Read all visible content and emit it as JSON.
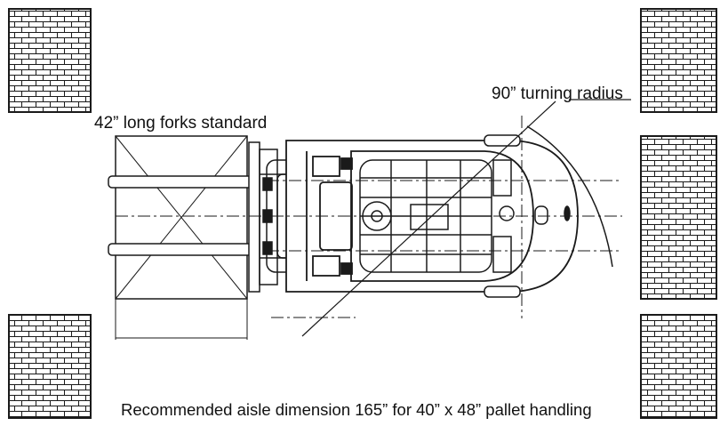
{
  "labels": {
    "forks": "42” long forks standard",
    "turning_radius": "90” turning radius",
    "aisle": "Recommended aisle dimension 165” for 40” x 48” pallet handling"
  },
  "colors": {
    "line": "#1a1a1a",
    "background": "#ffffff"
  }
}
